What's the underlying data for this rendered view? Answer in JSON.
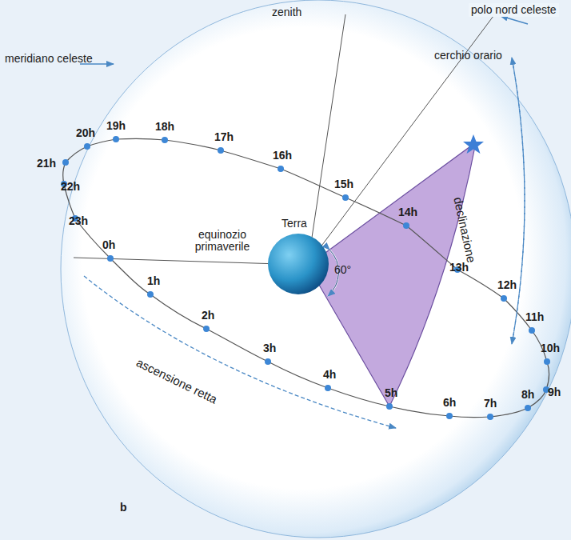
{
  "diagram": {
    "labels": [
      "zenith",
      "polo nord celeste",
      "meridiano celeste",
      "cerchio orario",
      "declinazione",
      "equinozio primaverile",
      "Terra",
      "60°",
      "ascensione retta",
      "b",
      "0h",
      "1h",
      "2h",
      "3h",
      "4h",
      "5h",
      "6h",
      "7h",
      "8h",
      "9h",
      "10h",
      "11h",
      "12h",
      "13h",
      "14h",
      "15h",
      "16h",
      "17h",
      "18h",
      "19h",
      "20h",
      "21h",
      "22h",
      "23h"
    ]
  }
}
